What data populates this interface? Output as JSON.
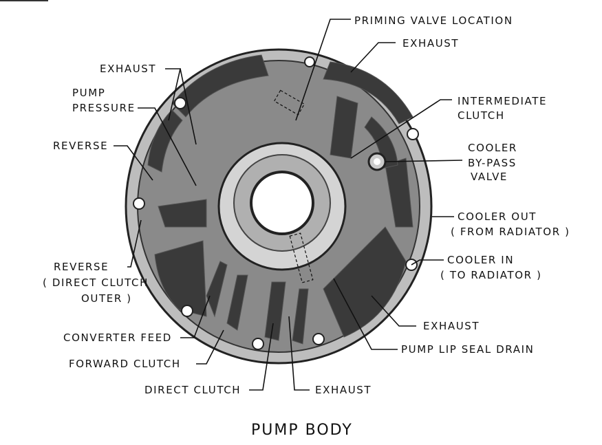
{
  "title": "PUMP BODY",
  "labels": {
    "priming_valve": "PRIMING VALVE LOCATION",
    "exhaust_top": "EXHAUST",
    "exhaust_left": "EXHAUST",
    "pump_pressure_1": "PUMP",
    "pump_pressure_2": "PRESSURE",
    "intermediate_1": "INTERMEDIATE",
    "intermediate_2": "CLUTCH",
    "reverse": "REVERSE",
    "cooler_bypass_1": "COOLER",
    "cooler_bypass_2": "BY-PASS",
    "cooler_bypass_3": "VALVE",
    "cooler_out_1": "COOLER OUT",
    "cooler_out_2": "( FROM RADIATOR )",
    "reverse_direct_1": "REVERSE",
    "reverse_direct_2": "( DIRECT CLUTCH",
    "reverse_direct_3": "OUTER )",
    "cooler_in_1": "COOLER IN",
    "cooler_in_2": "( TO RADIATOR )",
    "exhaust_right": "EXHAUST",
    "converter_feed": "CONVERTER FEED",
    "pump_lip_seal": "PUMP LIP SEAL DRAIN",
    "forward_clutch": "FORWARD CLUTCH",
    "direct_clutch": "DIRECT CLUTCH",
    "exhaust_bottom": "EXHAUST"
  }
}
